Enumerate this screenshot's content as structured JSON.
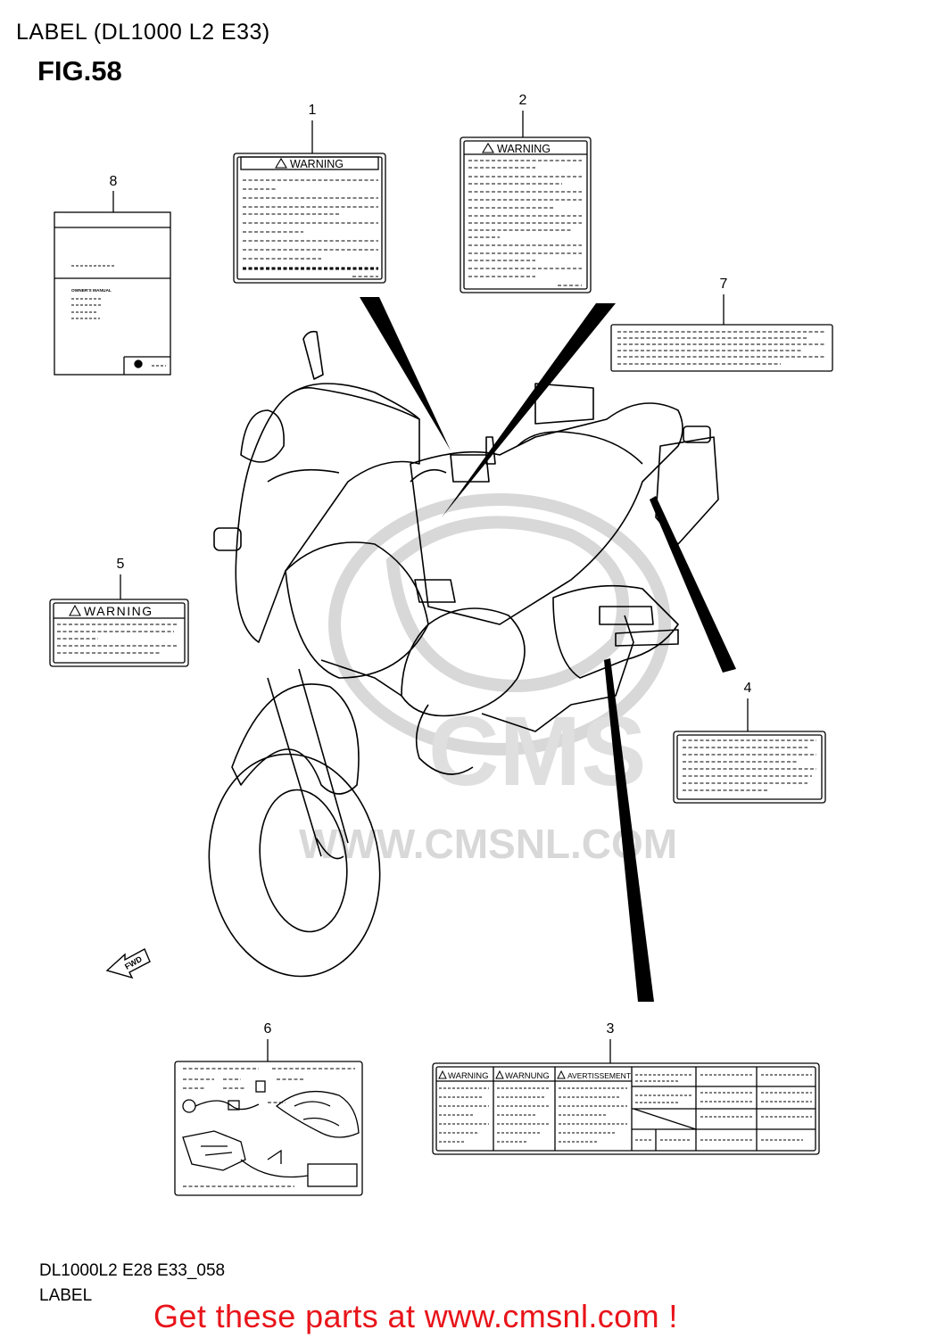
{
  "header": {
    "title": "LABEL (DL1000 L2 E33)"
  },
  "figure": {
    "number": "FIG.58"
  },
  "callouts": [
    {
      "id": "1",
      "warning": "WARNING"
    },
    {
      "id": "2",
      "warning": "WARNING"
    },
    {
      "id": "3",
      "warnings": [
        "WARNING",
        "WARNUNG",
        "AVERTISSEMENT"
      ]
    },
    {
      "id": "4"
    },
    {
      "id": "5",
      "warning": "WARNING"
    },
    {
      "id": "6"
    },
    {
      "id": "7"
    },
    {
      "id": "8",
      "manual_text": "OWNER'S MANUAL"
    }
  ],
  "fwd_arrow": {
    "label": "FWD"
  },
  "watermark": {
    "logo": "CMS",
    "url": "WWW.CMSNL.COM"
  },
  "footer": {
    "code": "DL1000L2 E28 E33_058",
    "label": "LABEL"
  },
  "promo": {
    "text": "Get these parts at www.cmsnl.com !"
  }
}
